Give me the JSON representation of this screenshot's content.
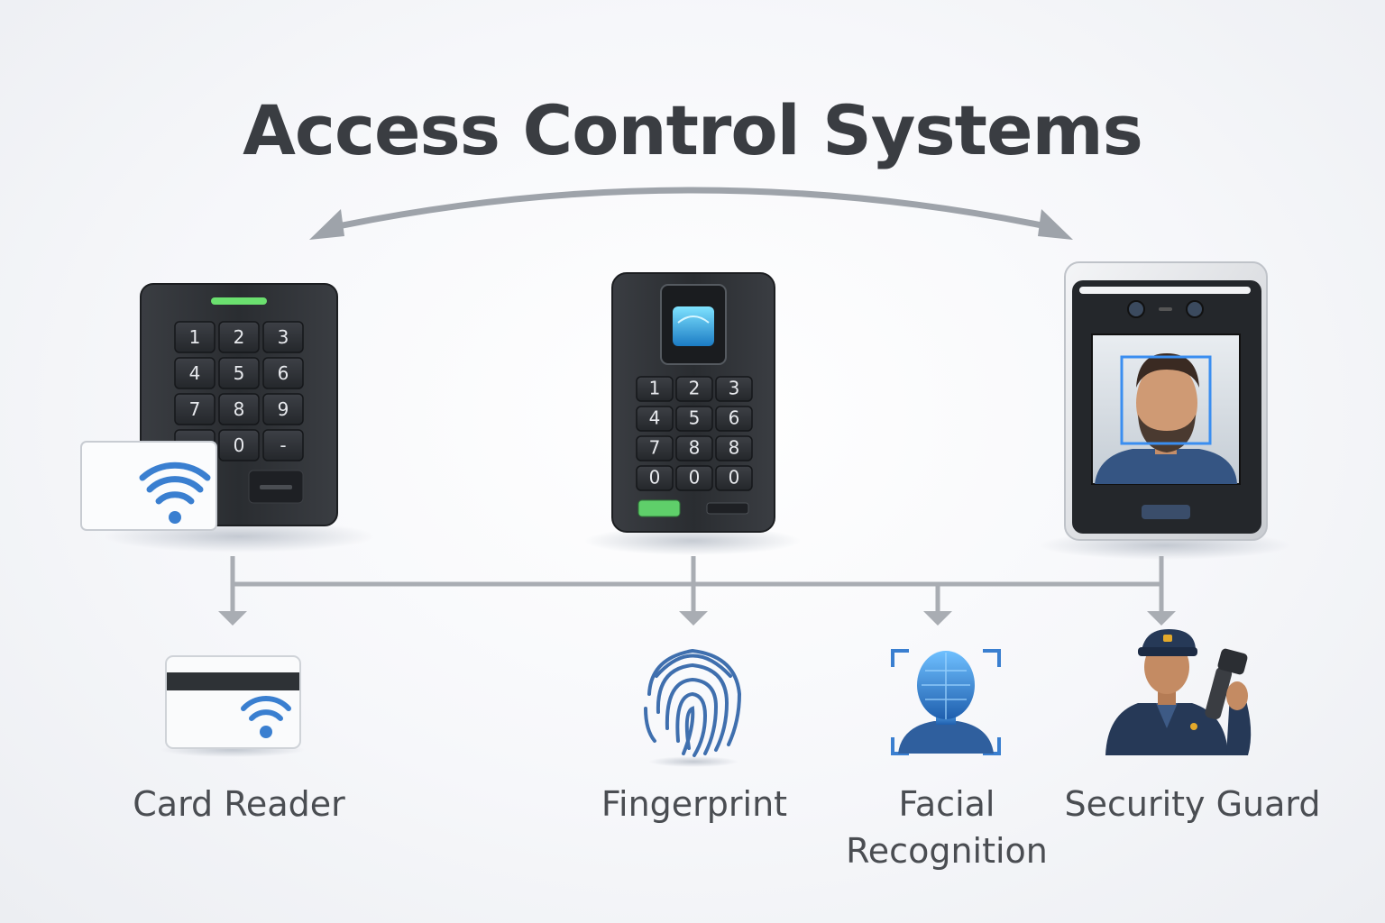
{
  "title": "Access Control Systems",
  "devices": {
    "keypad_reader": {
      "keys": [
        "1",
        "2",
        "3",
        "4",
        "5",
        "6",
        "7",
        "8",
        "9",
        "",
        "0",
        "-"
      ]
    },
    "fingerprint_terminal": {
      "keys": [
        "1",
        "2",
        "3",
        "4",
        "5",
        "6",
        "7",
        "8",
        "8",
        "0",
        "0",
        "0"
      ]
    }
  },
  "methods": [
    {
      "label": "Card Reader",
      "icon": "rfid-card-icon"
    },
    {
      "label": "Fingerprint",
      "icon": "fingerprint-icon"
    },
    {
      "label_line1": "Facial",
      "label_line2": "Recognition",
      "icon": "face-scan-icon"
    },
    {
      "label": "Security Guard",
      "icon": "security-guard-icon"
    }
  ],
  "colors": {
    "accent_blue": "#3a7fd0",
    "device_dark": "#2b2e33",
    "connector_gray": "#a9adb3",
    "status_green": "#5fcf6a"
  }
}
